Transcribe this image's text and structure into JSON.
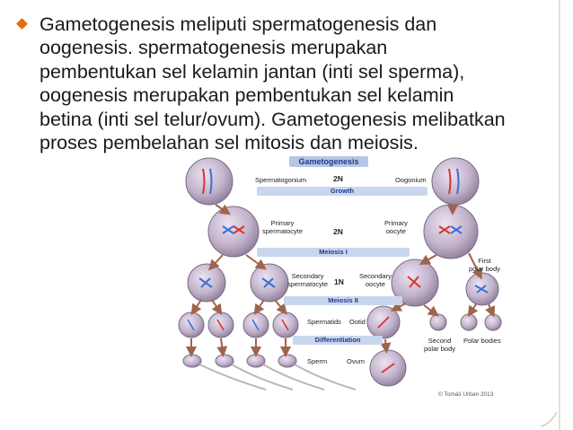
{
  "slide": {
    "body_text": "Gametogenesis meliputi spermatogenesis dan oogenesis. spermatogenesis merupakan pembentukan sel kelamin jantan (inti sel sperma), oogenesis merupakan pembentukan sel kelamin betina (inti sel telur/ovum). Gametogenesis melibatkan proses pembelahan sel mitosis dan meiosis.",
    "accent_color": "#e46c0a"
  },
  "diagram": {
    "title": "Gametogenesis",
    "labels": {
      "spermatogonium": "Spermatogonium",
      "two_n_top": "2N",
      "oogonium": "Oogonium",
      "growth": "Growth",
      "primary_spermatocyte": "Primary\nspermatocyte",
      "two_n_mid": "2N",
      "primary_oocyte": "Primary\noocyte",
      "meiosis_1": "Meiosis I",
      "first_polar_body": "First\npolar body",
      "secondary_spermatocyte": "Secondary\nspermatocyte",
      "one_n": "1N",
      "secondary_oocyte": "Secondary\noocyte",
      "meiosis_2": "Meiosis II",
      "spermatids": "Spermatids",
      "ootid": "Ootid",
      "differentiation": "Differentiation",
      "second_polar_body": "Second\npolar body",
      "polar_bodies": "Polar bodies",
      "sperm": "Sperm",
      "ovum": "Ovum"
    },
    "credit": "© Tomáš Urban 2013",
    "colors": {
      "cell_fill": "#b9a9c2",
      "cell_edge": "#7a6a86",
      "chrom_red": "#d9323a",
      "chrom_blue": "#3b6fd6",
      "banner": "#c9d6ee",
      "arrow": "#a0634c"
    }
  }
}
